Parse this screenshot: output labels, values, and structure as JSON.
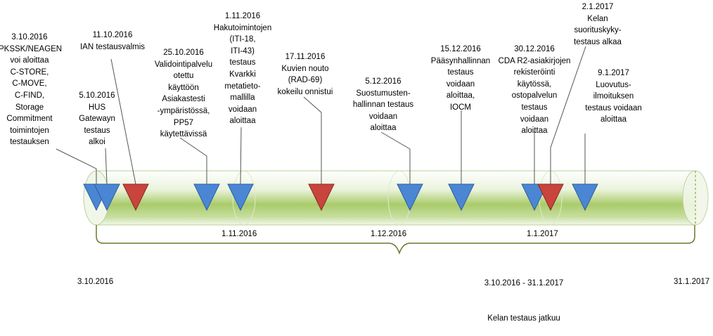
{
  "events": [
    {
      "id": "e1",
      "color": "blue",
      "lines": [
        "3.10.2016",
        "PKSSK/NEAGEN",
        "voi aloittaa",
        "C-STORE,",
        "C-MOVE,",
        "C-FIND,",
        "Storage",
        "Commitment",
        "toimintojen",
        "testauksen"
      ]
    },
    {
      "id": "e2",
      "color": "blue",
      "lines": [
        "5.10.2016",
        "HUS",
        "Gatewayn",
        "testaus",
        "alkoi"
      ]
    },
    {
      "id": "e3",
      "color": "red",
      "lines": [
        "11.10.2016",
        "IAN testausvalmis"
      ]
    },
    {
      "id": "e4",
      "color": "blue",
      "lines": [
        "25.10.2016",
        "Validointipalvelu",
        "otettu",
        "käyttöön",
        "Asiakastesti",
        "-ympäristössä,",
        "PP57",
        "käytettävissä"
      ]
    },
    {
      "id": "e5",
      "color": "blue",
      "lines": [
        "1.11.2016",
        "Hakutoimintojen",
        "(ITI-18,",
        "ITI-43)",
        "testaus",
        "Kvarkki",
        "metatieto-",
        "mallilla",
        "voidaan",
        "aloittaa"
      ]
    },
    {
      "id": "e6",
      "color": "red",
      "lines": [
        "17.11.2016",
        "Kuvien nouto",
        "(RAD-69)",
        "kokeilu onnistui"
      ]
    },
    {
      "id": "e7",
      "color": "blue",
      "lines": [
        "5.12.2016",
        "Suostumusten-",
        "hallinnan testaus",
        "voidaan",
        "aloittaa"
      ]
    },
    {
      "id": "e8",
      "color": "blue",
      "lines": [
        "15.12.2016",
        "Pääsynhallinnan",
        "testaus",
        "voidaan",
        "aloittaa,",
        "IOCM"
      ]
    },
    {
      "id": "e9",
      "color": "blue",
      "lines": [
        "30.12.2016",
        "CDA R2-asiakirjojen",
        "rekisteröinti",
        "käytössä,",
        "ostopalvelun",
        "testaus",
        "voidaan",
        "aloittaa"
      ]
    },
    {
      "id": "e10",
      "color": "red",
      "lines": [
        "2.1.2017",
        "Kelan",
        "suorituskyky-",
        "testaus alkaa"
      ]
    },
    {
      "id": "e11",
      "color": "blue",
      "lines": [
        "9.1.2017",
        "Luovutus-",
        "ilmoituksen",
        "testaus voidaan",
        "aloittaa"
      ]
    }
  ],
  "axis_labels": {
    "nov": "1.11.2016",
    "dec": "1.12.2016",
    "jan": "1.1.2017",
    "start": "3.10.2016",
    "end": "31.1.2017"
  },
  "brace_label": {
    "range": "3.10.2016 - 31.1.2017",
    "text": "Kelan testaus jatkuu"
  },
  "colors": {
    "blue_fill": "#4a86d4",
    "blue_stroke": "#2f5f9e",
    "red_fill": "#c8443c",
    "red_stroke": "#8e2a24",
    "bar_green": "#9cc35a",
    "bar_light": "#eef5e2",
    "brace": "#6a7a2c"
  }
}
